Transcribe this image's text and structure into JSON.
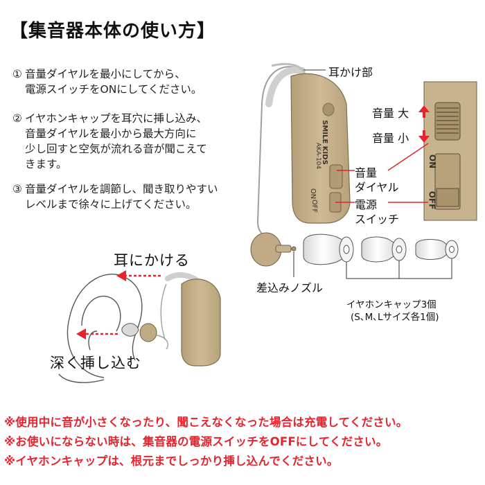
{
  "title": "【集音器本体の使い方】",
  "steps": [
    {
      "num": "①",
      "lines": [
        "音量ダイヤルを最小にしてから、",
        "電源スイッチをONにしてください。"
      ]
    },
    {
      "num": "②",
      "lines": [
        "イヤホンキャップを耳穴に挿し込み、",
        "音量ダイヤルを最小から最大方向に",
        "少し回すと空気が流れる音が聞こえて",
        "きます。"
      ]
    },
    {
      "num": "③",
      "lines": [
        "音量ダイヤルを調節し、聞き取りやすい",
        "レベルまで徐々に上げてください。"
      ]
    }
  ],
  "device": {
    "ear_hook_label": "耳かけ部",
    "volume_up_label": "音量 大",
    "volume_down_label": "音量 小",
    "dial_label_1": "音量",
    "dial_label_2": "ダイヤル",
    "switch_label_1": "電源",
    "switch_label_2": "スイッチ",
    "switch_on": "ON",
    "switch_off": "OFF",
    "brand_1": "SMILE KIDS",
    "brand_2": "AKA-104",
    "nozzle_label": "差込みノズル",
    "caps_label_1": "イヤホンキャップ3個",
    "caps_label_2": "(S､M､Lサイズ各1個)"
  },
  "usage": {
    "hang_label": "耳にかける",
    "insert_label": "深く挿し込む"
  },
  "notes": [
    "※使用中に音が小さくなったり、聞こえなくなった場合は充電してください。",
    "※お使いにならない時は、集音器の電源スイッチをOFFにしてください。",
    "※イヤホンキャップは、根元までしっかり挿し込んでください。"
  ],
  "colors": {
    "device_body": "#c7b38e",
    "device_shadow": "#a8936c",
    "arrow_red": "#e8232d",
    "note_red": "#e8232d"
  }
}
